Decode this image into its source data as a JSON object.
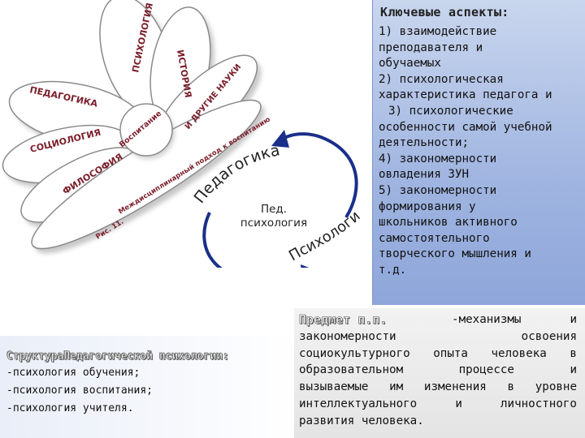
{
  "aspects": {
    "title": "Ключевые аспекты:",
    "lines": [
      "1) взаимодействие",
      "преподавателя и",
      "обучаемых",
      "2) психологическая",
      "характеристика педагога и",
      "3) психологические",
      "особенности самой учебной",
      "деятельности;",
      "4) закономерности",
      "овладения ЗУН",
      "5) закономерности",
      "формирования у",
      "школьников активного",
      "самостоятельного",
      "творческого мышления и",
      "т.д."
    ]
  },
  "diagram": {
    "petals": [
      "ПСИХОЛОГИЯ",
      "ИСТОРИЯ",
      "ПЕДАГОГИКА",
      "И ДРУГИЕ НАУКИ",
      "СОЦИОЛОГИЯ",
      "ФИЛОСОФИЯ"
    ],
    "center": "Воспитание",
    "arc_text": "Междисциплинарный подход к воспитанию",
    "caption": "Рис. 11.",
    "curved_label_top": "Педагогика",
    "center_label": [
      "Пед.",
      "психология"
    ],
    "curved_label_bottom": "Психология"
  },
  "structure": {
    "title": "СтруктураПедагогической психологии:",
    "items": [
      "-психология обучения;",
      "-психология воспитания;",
      "-психология учителя."
    ]
  },
  "subject": {
    "heading": "Предмет п.п.",
    "lines": [
      [
        "-механизмы",
        "и"
      ],
      [
        "закономерности",
        "освоения"
      ],
      [
        "социокультурного",
        "опыта",
        "человека",
        "в"
      ],
      [
        "образовательном",
        "процессе",
        "и"
      ],
      [
        "вызываемые",
        "им",
        "изменения",
        "в",
        "уровне"
      ],
      [
        "интеллектуального",
        "и",
        "личностного"
      ],
      [
        "развития человека."
      ]
    ]
  },
  "colors": {
    "petal_fill": "#ffffff",
    "petal_stroke": "#8a8a8a",
    "petal_shadow": "#9a9a9a",
    "text_red": "#7a1f2b",
    "arrow_blue": "#1a2f8a",
    "panel_blue": "#9fb4e0"
  }
}
